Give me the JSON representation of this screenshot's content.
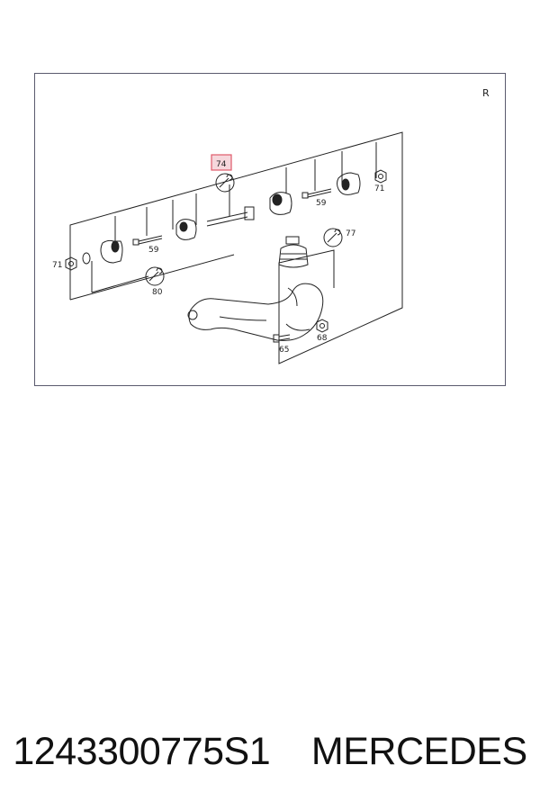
{
  "diagram": {
    "side_label": "R",
    "callouts": {
      "c74": "74",
      "c71_left": "71",
      "c59_left": "59",
      "c80": "80",
      "c59_right": "59",
      "c71_right": "71",
      "c77": "77",
      "c65": "65",
      "c68": "68"
    },
    "highlight_color": "#e05a6a",
    "highlight_fill": "#f6d7dc"
  },
  "caption": {
    "part_number": "1243300775S1",
    "brand": "MERCEDES"
  }
}
